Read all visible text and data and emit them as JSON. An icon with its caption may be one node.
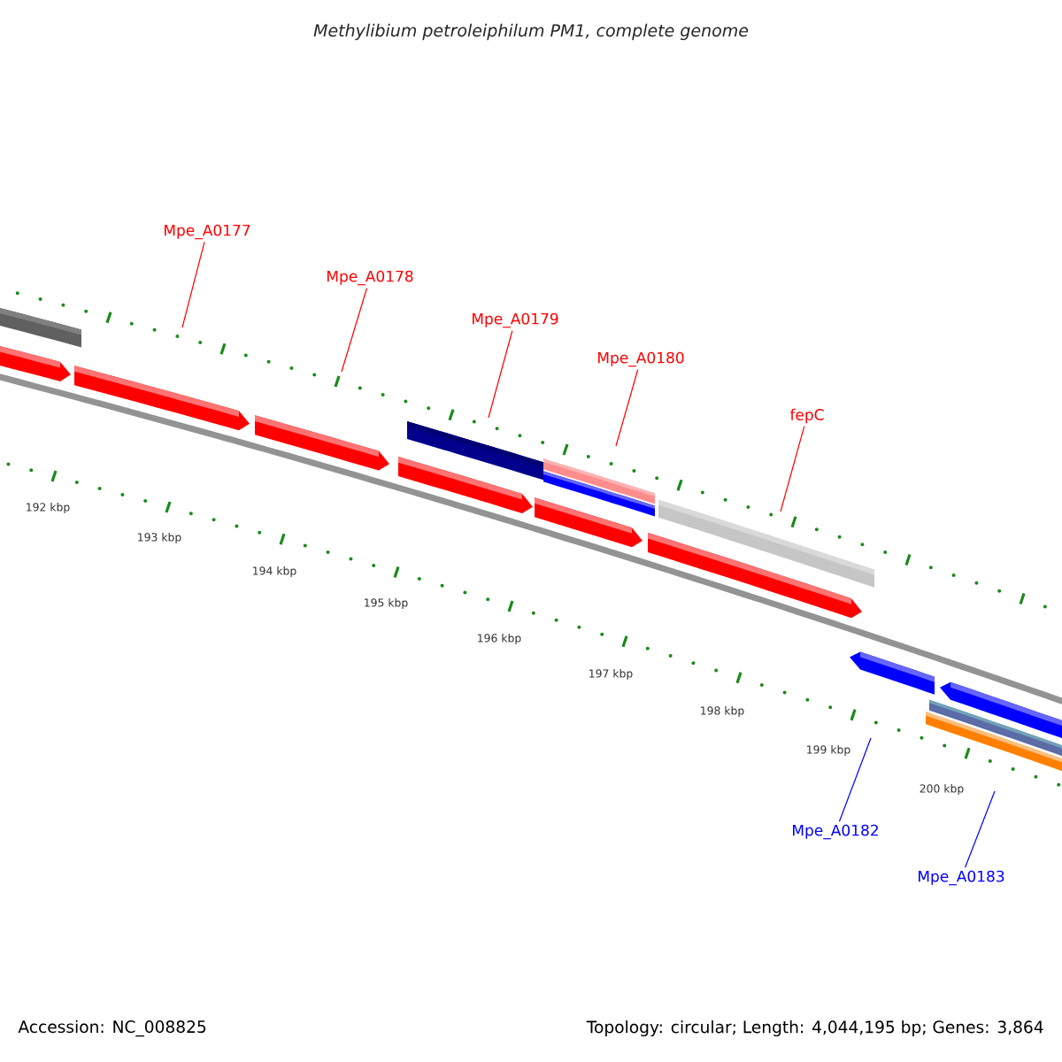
{
  "diagram": {
    "title": "Methylibium petroleiphilum PM1, complete genome",
    "nodes": [
      {
        "text": [
          "Mpe_A0177"
        ]
      },
      {
        "text": [
          "Mpe_A0178"
        ]
      },
      {
        "text": [
          "Mpe_A0179"
        ]
      },
      {
        "text": [
          "Mpe_A0180"
        ]
      },
      {
        "text": [
          "fepC"
        ]
      },
      {
        "text": [
          "Mpe_A0182"
        ]
      },
      {
        "text": [
          "Mpe_A0183"
        ]
      }
    ],
    "edges": [
      {
        "from": 0,
        "to": null,
        "arrow": "none"
      },
      {
        "from": 1,
        "to": null,
        "arrow": "none"
      },
      {
        "from": 2,
        "to": null,
        "arrow": "none"
      },
      {
        "from": 3,
        "to": null,
        "arrow": "none"
      },
      {
        "from": 4,
        "to": null,
        "arrow": "none"
      },
      {
        "from": 5,
        "to": null,
        "arrow": "none",
        "color": "#0000ff"
      },
      {
        "from": 6,
        "to": null,
        "arrow": "none",
        "color": "#0000ff"
      }
    ],
    "labels": [
      "192 kbp",
      "193 kbp",
      "194 kbp",
      "195 kbp",
      "196 kbp",
      "197 kbp",
      "198 kbp",
      "199 kbp",
      "200 kbp",
      "Accession: NC_008825",
      "Topology: circular; Length: 4,044,195 bp; Genes: 3,864"
    ]
  }
}
